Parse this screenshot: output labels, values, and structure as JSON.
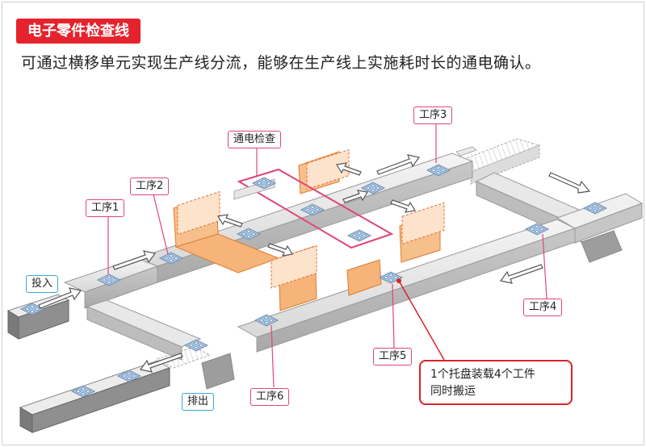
{
  "title": "电子零件检查线",
  "subtitle": "可通过横移单元实现生产线分流，能够在生产线上实施耗时长的通电确认。",
  "labels": {
    "step1": "工序1",
    "step2": "工序2",
    "step3": "工序3",
    "step4": "工序4",
    "step5": "工序5",
    "step6": "工序6",
    "inspection": "通电检查",
    "input": "投入",
    "output": "排出"
  },
  "callout": {
    "line1": "1个托盘装载4个工件",
    "line2": "同时搬运"
  },
  "colors": {
    "accent_red": "#e5232e",
    "label_pink": "#e0457b",
    "label_blue": "#3aa6d8",
    "transfer_orange": "#f5a96b"
  }
}
